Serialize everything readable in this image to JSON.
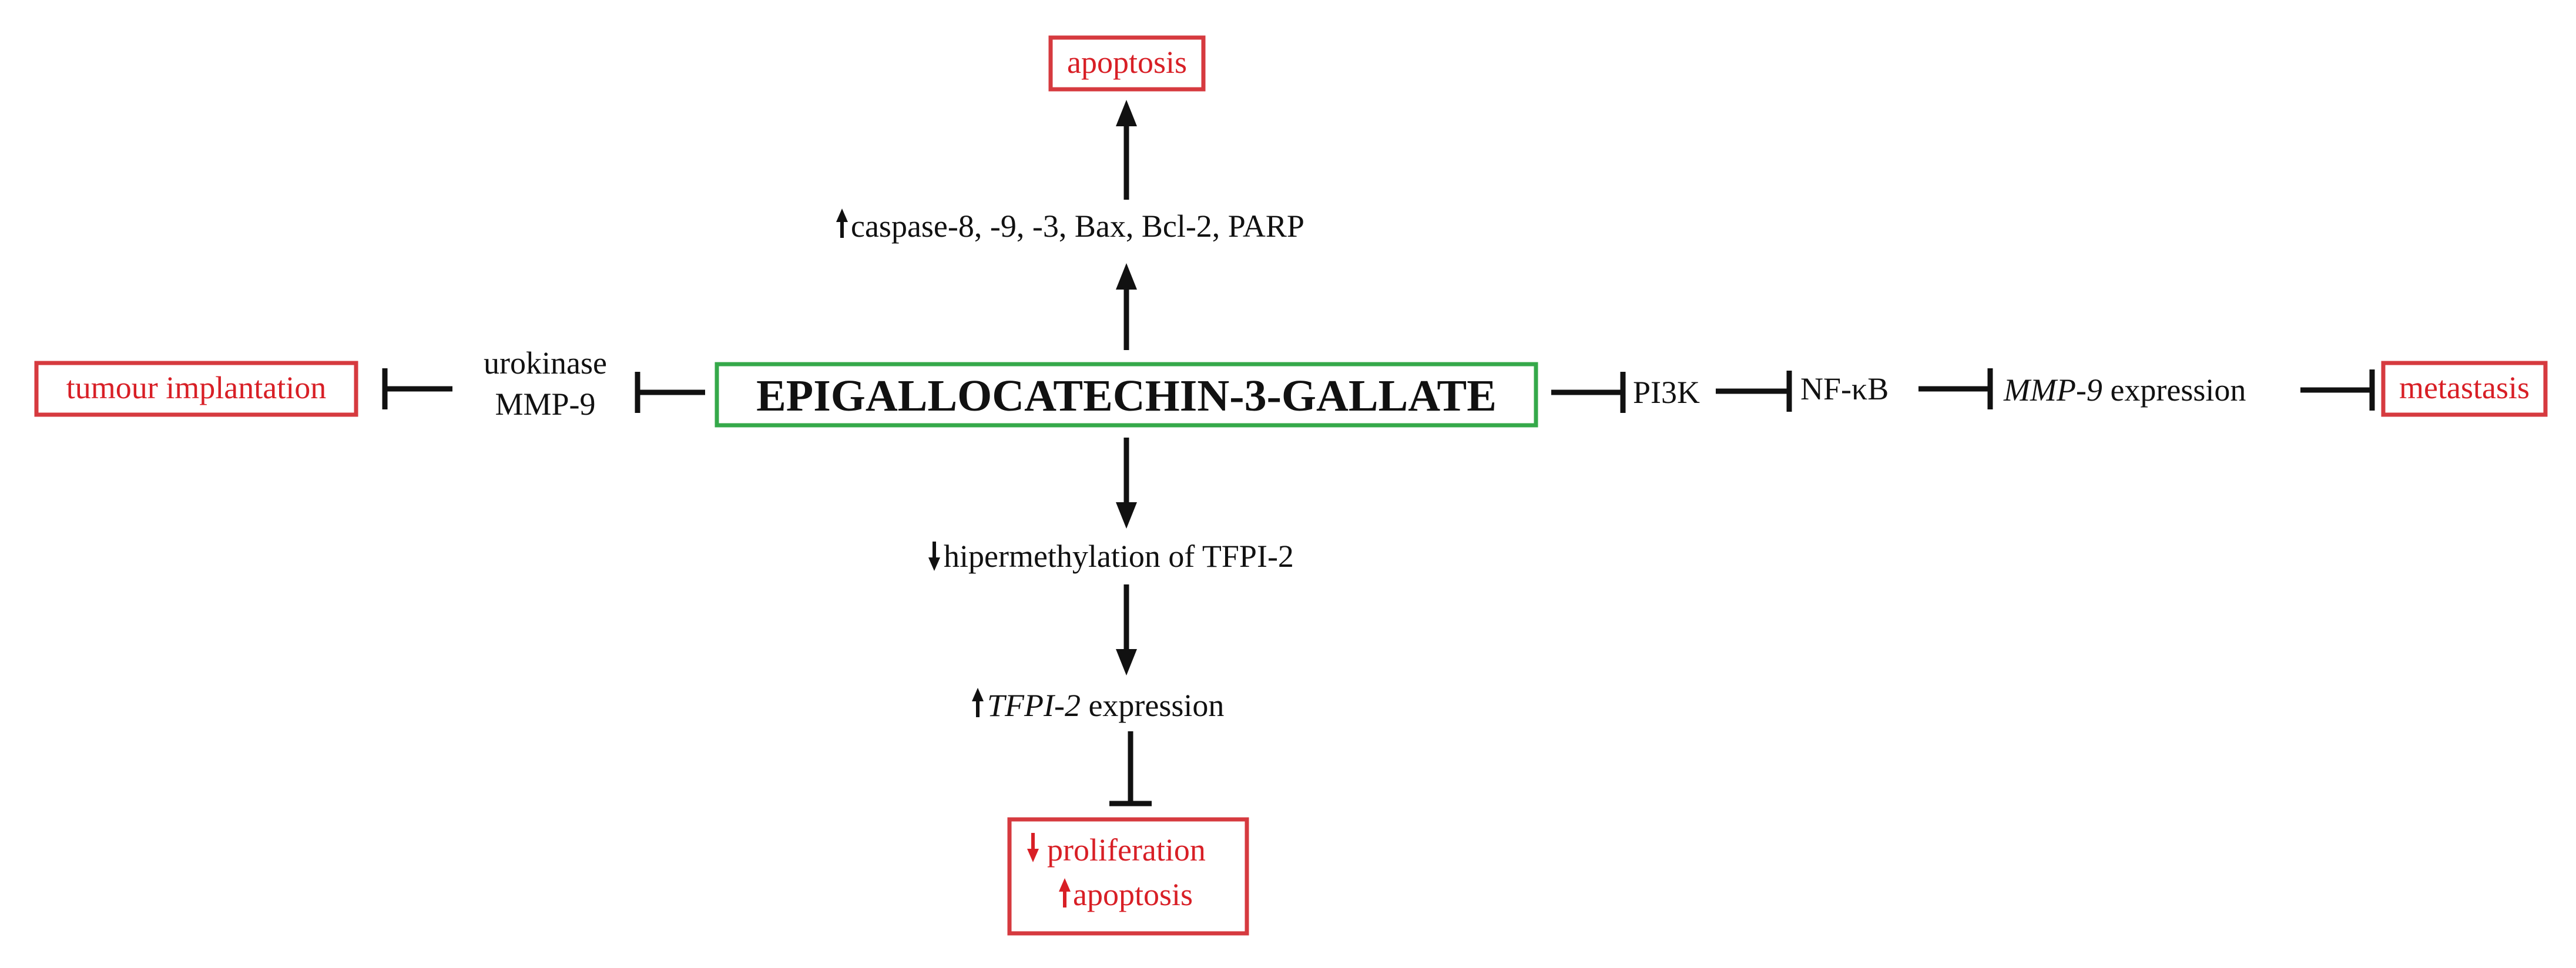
{
  "center": {
    "label": "EPIGALLOCATECHIN-3-GALLATE"
  },
  "top": {
    "mediators": "caspase-8, -9, -3, Bax, Bcl-2, PARP",
    "outcome": "apoptosis"
  },
  "left": {
    "mediator_line1": "urokinase",
    "mediator_line2": "MMP-9",
    "outcome": "tumour implantation"
  },
  "right": {
    "node1": "PI3K",
    "node2": "NF-κB",
    "gene": "MMP-9",
    "gene_suffix": " expression",
    "outcome": "metastasis"
  },
  "bottom": {
    "step1": "hipermethylation of TFPI-2",
    "gene": "TFPI-2",
    "gene_suffix": " expression",
    "outcome_line1": "proliferation",
    "outcome_line2": "apoptosis"
  },
  "colors": {
    "center_border": "#35a94a",
    "outcome_border": "#d63a3f",
    "outcome_text": "#d81f26",
    "line": "#111111"
  }
}
